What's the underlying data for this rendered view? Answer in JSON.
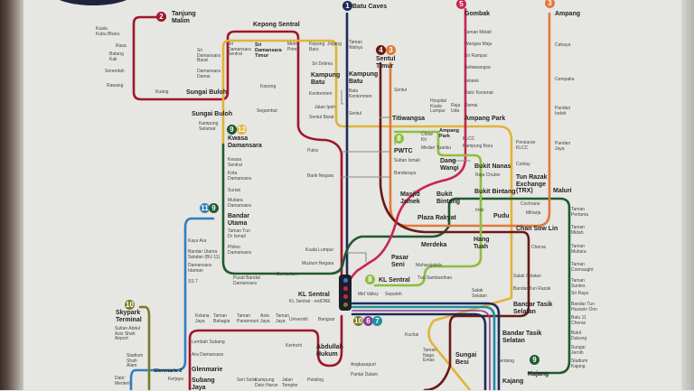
{
  "map_title": "",
  "lines": [
    {
      "number": "2",
      "color": "#a0162b"
    },
    {
      "number": "1",
      "color": "#1e2a5a"
    },
    {
      "number": "4",
      "color": "#6b1a14"
    },
    {
      "number": "3",
      "color": "#e1793a"
    },
    {
      "number": "5",
      "color": "#c8264f"
    },
    {
      "number": "3",
      "color": "#e1793a"
    },
    {
      "number": "9",
      "color": "#1f5a2e"
    },
    {
      "number": "12",
      "color": "#e0b43a"
    },
    {
      "number": "11",
      "color": "#2f7fc1"
    },
    {
      "number": "9",
      "color": "#1f5a2e"
    },
    {
      "number": "8",
      "color": "#8cbf3f"
    },
    {
      "number": "8",
      "color": "#8cbf3f"
    },
    {
      "number": "10",
      "color": "#7b7a2a"
    },
    {
      "number": "10",
      "color": "#7b7a2a"
    },
    {
      "number": "6",
      "color": "#8b3d8f"
    },
    {
      "number": "7",
      "color": "#1f8fa0"
    },
    {
      "number": "9",
      "color": "#1f5a2e"
    }
  ],
  "stations": [
    "Tanjung\nMalim",
    "Kuala\nKubu Bharu",
    "Rasa",
    "Batang\nKali",
    "Serendah",
    "Rawang",
    "Kuang",
    "Sungai Buloh",
    "Sungai Buloh",
    "Kampung\nSelamat",
    "Sri\nDamansara\nBarat",
    "Damansara\nDamai",
    "Sri\nDamansara\nSentral",
    "Sri\nDamansara\nTimur",
    "Kepong Sentral",
    "Metro\nPrima",
    "Kepong\nBaru",
    "Jinjang",
    "Sri Delima",
    "Kampung\nBatu",
    "Kentonmen",
    "Jalan Ipoh",
    "Sentul Barat",
    "Kepong",
    "Segambut",
    "Batu Caves",
    "Taman\nWahyu",
    "Kampung\nBatu",
    "Batu\nKentonmen",
    "Sentul",
    "Sentul\nTimur",
    "Sentul",
    "Titiwangsa",
    "Gombak",
    "Taman Melati",
    "Wangsa Maju",
    "Sri Rampai",
    "Setiawangsa",
    "Jelatek",
    "Dato' Keramat",
    "Damai",
    "Ampang Park",
    "KLCC",
    "Kampung Baru",
    "Dang\nWangi",
    "Masjid\nJamek",
    "Ampang",
    "Cahaya",
    "Cempaka",
    "Pandan\nIndah",
    "Pandan\nJaya",
    "Maluri",
    "Cochrane",
    "Miharja",
    "Hospital\nKuala\nLumpur",
    "Raja\nUda",
    "Chow\nKit",
    "Medan Tuanku",
    "Ampang\nPark",
    "PWTC",
    "Sultan Ismail",
    "Bandaraya",
    "Bukit Nanas",
    "Raja Chulan",
    "Bukit Bintang",
    "Bukit\nBintang",
    "Imbi",
    "Pudu",
    "Plaza Rakyat",
    "Merdeka",
    "Hang\nTuah",
    "Chan Sow Lin",
    "Cheras",
    "Persiaran\nKLCC",
    "Conlay",
    "Tun Razak\nExchange\n(TRX)",
    "Pasar\nSeni",
    "Maharajalela",
    "Tun Sambanthan",
    "KL Sentral",
    "Putra",
    "Bank Negara",
    "Kuala Lumpur",
    "Muzium Negara",
    "Semantan",
    "Kwasa\nDamansara",
    "Kwasa\nSentral",
    "Kota\nDamansara",
    "Surian",
    "Mutiara\nDamansara",
    "Bandar\nUtama",
    "Taman Tun\nDr Ismail",
    "Phileo\nDamansara",
    "Pusat Bandar\nDamansara",
    "Kayu Ara",
    "Bandar Utama\nSelatan (BU 11)",
    "Damansara\nIdaman",
    "SS 7",
    "Taman\nPertama",
    "Taman\nMidah",
    "Taman\nMutiara",
    "Taman\nConnaught",
    "Taman\nSuntex",
    "Sri Raya",
    "Bandar Tun\nHussein Onn",
    "Batu 11\nCheras",
    "Bukit\nDukung",
    "Sungai\nJernih",
    "Stadium\nKajang",
    "Kajang",
    "Kajang",
    "Serdang",
    "Bandar Tasik\nSelatan",
    "Bandar Tasik\nSelatan",
    "Salak Selatan",
    "Bandar Tun Razak",
    "Salak\nSelatan",
    "Sungai\nBesi",
    "Taman\nNaga\nEmas",
    "Kuchai",
    "Mid Valley",
    "Seputeh",
    "KL Sentral",
    "KL Sentral - redONE",
    "Skypark\nTerminal",
    "Sultan Abdul\nAziz Shah\nAirport",
    "Stadium\nShah\nAlam",
    "Dato'\nMenteri",
    "Glenmarie 2",
    "Glenmarie",
    "Ara Damansara",
    "Lembah Subang",
    "Subang\nJaya",
    "Kelana\nJaya",
    "Taman\nBahagia",
    "Taman\nParamount",
    "Asia\nJaya",
    "Taman\nJaya",
    "Universiti",
    "Bangsar",
    "Kerinchi",
    "Abdullah\nHukum",
    "Angkasapuri",
    "Pantai Dalam",
    "Seri Setia",
    "Kampung\nDato Harun",
    "Jalan\nTempler",
    "Petaling",
    "Kerjaya"
  ]
}
